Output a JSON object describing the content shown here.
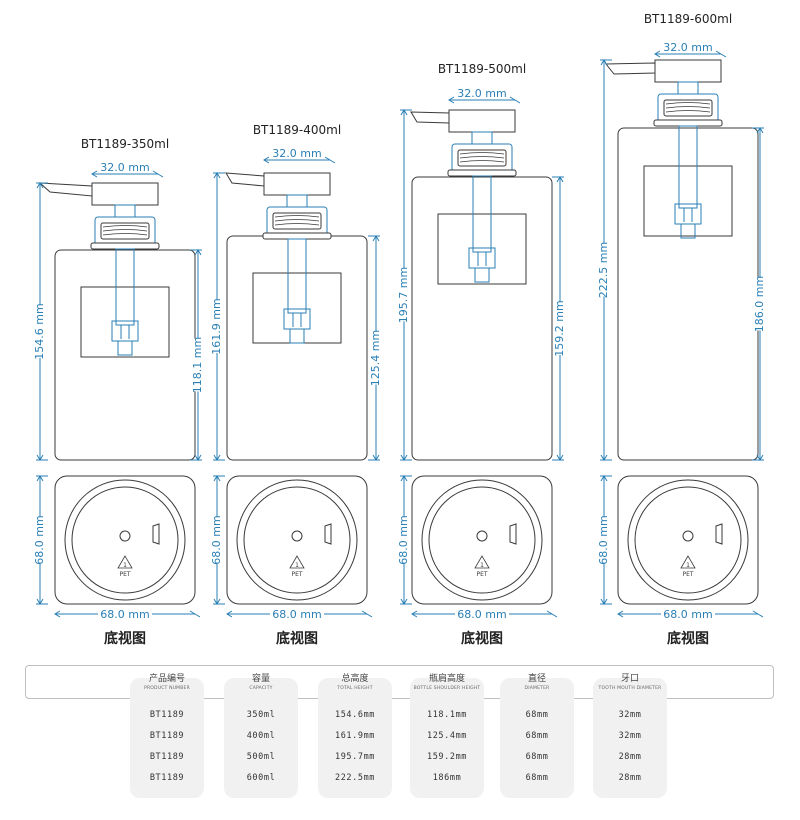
{
  "colors": {
    "accent": "#2a7fb5",
    "outline": "#3a3a3a",
    "label": "#222222"
  },
  "bottles": [
    {
      "name": "BT1189-350ml",
      "width_dim": "32.0 mm",
      "total_height": "154.6 mm",
      "shoulder_height": "118.1 mm",
      "base_diameter_v": "68.0 mm",
      "base_diameter_h": "68.0 mm",
      "base_caption": "底视图"
    },
    {
      "name": "BT1189-400ml",
      "width_dim": "32.0 mm",
      "total_height": "161.9 mm",
      "shoulder_height": "125.4 mm",
      "base_diameter_v": "68.0 mm",
      "base_diameter_h": "68.0 mm",
      "base_caption": "底视图"
    },
    {
      "name": "BT1189-500ml",
      "width_dim": "32.0 mm",
      "total_height": "195.7 mm",
      "shoulder_height": "159.2 mm",
      "base_diameter_v": "68.0 mm",
      "base_diameter_h": "68.0 mm",
      "base_caption": "底视图"
    },
    {
      "name": "BT1189-600ml",
      "width_dim": "32.0 mm",
      "total_height": "222.5 mm",
      "shoulder_height": "186.0 mm",
      "base_diameter_v": "68.0 mm",
      "base_diameter_h": "68.0 mm",
      "base_caption": "底视图"
    }
  ],
  "recycle_label": "PET",
  "recycle_number": "1",
  "spec_table": {
    "headers": [
      {
        "zh": "产品编号",
        "en": "PRODUCT NUMBER"
      },
      {
        "zh": "容量",
        "en": "CAPACITY"
      },
      {
        "zh": "总高度",
        "en": "TOTAL HEIGHT"
      },
      {
        "zh": "瓶肩高度",
        "en": "BOTTLE SHOULDER HEIGHT"
      },
      {
        "zh": "直径",
        "en": "DIAMETER"
      },
      {
        "zh": "牙口",
        "en": "TOOTH MOUTH DIAMETER"
      }
    ],
    "rows": [
      [
        "BT1189",
        "350ml",
        "154.6mm",
        "118.1mm",
        "68mm",
        "32mm"
      ],
      [
        "BT1189",
        "400ml",
        "161.9mm",
        "125.4mm",
        "68mm",
        "32mm"
      ],
      [
        "BT1189",
        "500ml",
        "195.7mm",
        "159.2mm",
        "68mm",
        "28mm"
      ],
      [
        "BT1189",
        "600ml",
        "222.5mm",
        "186mm",
        "68mm",
        "28mm"
      ]
    ]
  }
}
